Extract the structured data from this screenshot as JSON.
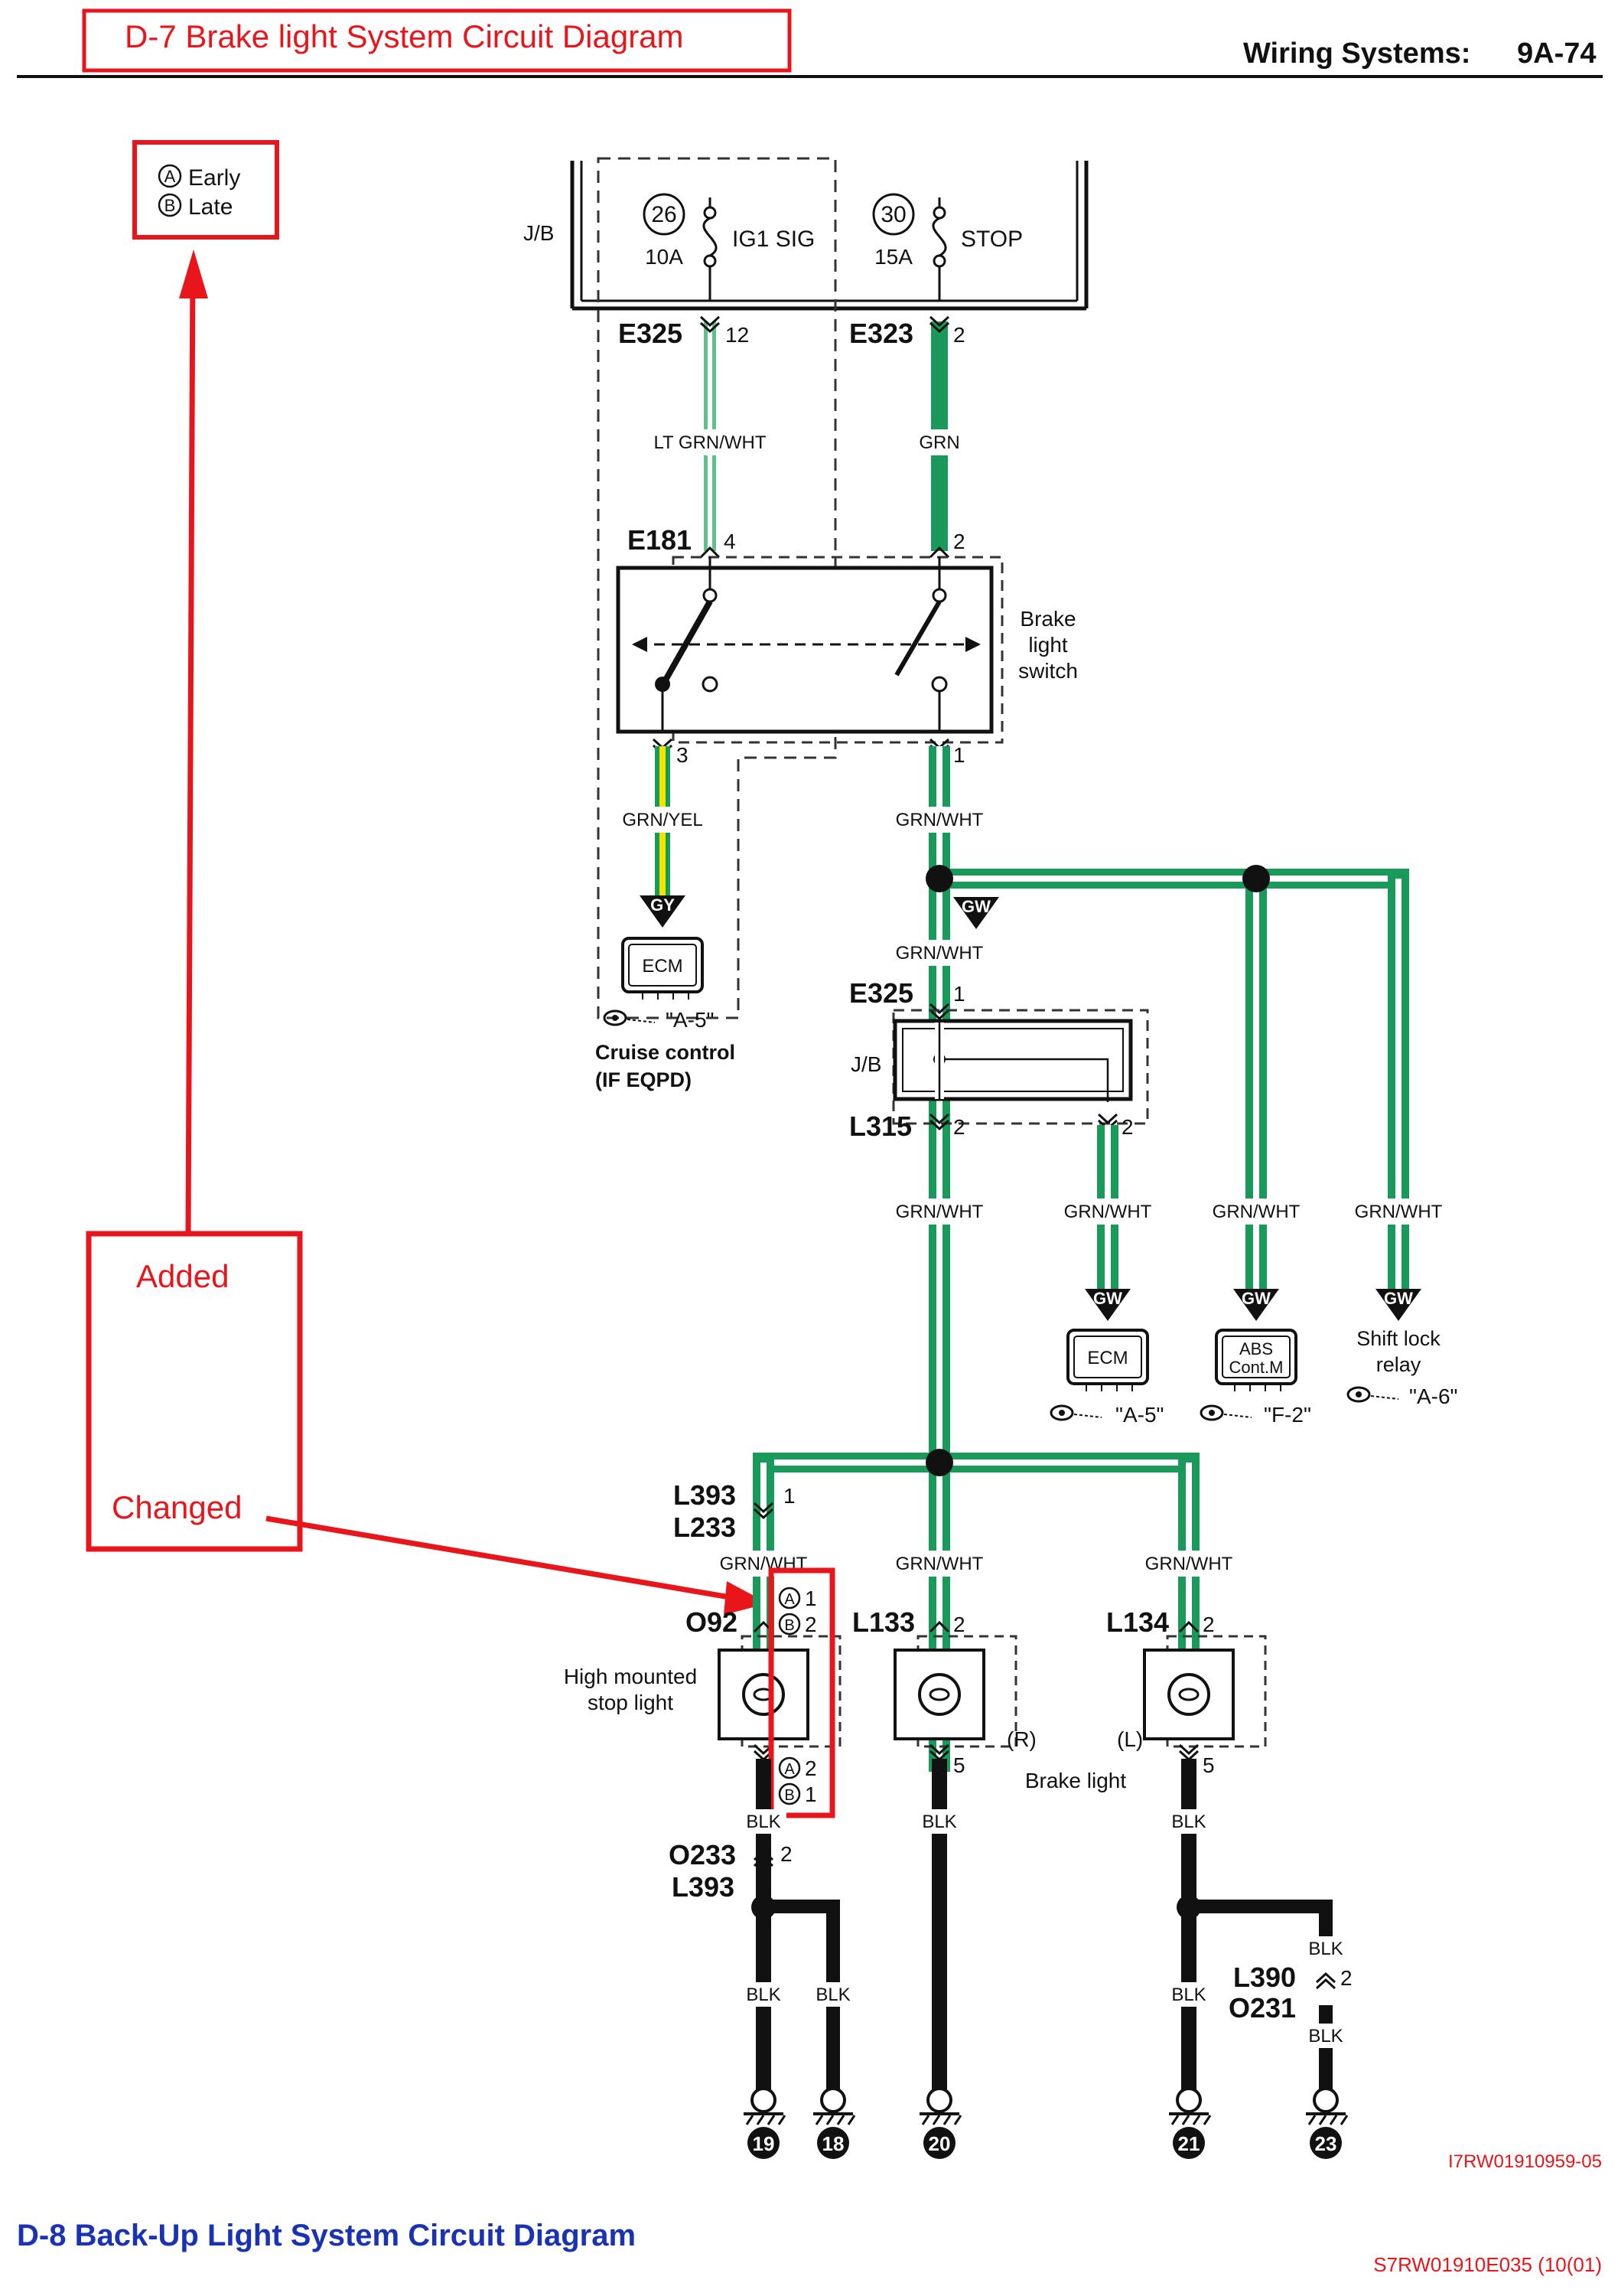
{
  "header": {
    "title": "D-7 Brake light System Circuit Diagram",
    "section_label": "Wiring Systems:",
    "page_number": "9A-74"
  },
  "legend": {
    "early": "Early",
    "late": "Late",
    "early_mark": "A",
    "late_mark": "B"
  },
  "notes": {
    "added": "Added",
    "changed": "Changed"
  },
  "junction_block": {
    "label": "J/B",
    "fuse_ig1": {
      "number": "26",
      "rating": "10A",
      "name": "IG1 SIG"
    },
    "fuse_stop": {
      "number": "30",
      "rating": "15A",
      "name": "STOP"
    }
  },
  "connectors": {
    "e325_top": "E325",
    "e325_top_pin": "12",
    "e323": "E323",
    "e323_pin": "2",
    "e181": "E181",
    "e181_pin4": "4",
    "e181_pin2": "2",
    "e181_pin3": "3",
    "e181_pin1": "1",
    "e325_mid": "E325",
    "e325_mid_pin": "1",
    "l315": "L315",
    "l315_pin": "2",
    "jb_pin2": "2",
    "l393_top": "L393",
    "l233": "L233",
    "l393_l233_pin": "1",
    "o92": "O92",
    "o92_a_top": "1",
    "o92_b_top": "2",
    "o92_a_bottom": "2",
    "o92_b_bottom": "1",
    "l133": "L133",
    "l133_pin_top": "2",
    "l133_pin_bottom": "5",
    "l134": "L134",
    "l134_pin_top": "2",
    "l134_pin_bottom": "5",
    "o233": "O233",
    "l393_bottom": "L393",
    "o233_pin": "2",
    "l390": "L390",
    "o231": "O231",
    "l390_pin": "2"
  },
  "wires": {
    "lt_grn_wht": "LT GRN/WHT",
    "grn": "GRN",
    "grn_yel": "GRN/YEL",
    "grn_wht": "GRN/WHT",
    "blk": "BLK",
    "gy": "GY",
    "gw": "GW"
  },
  "components": {
    "brake_light_switch": [
      "Brake",
      "light",
      "switch"
    ],
    "ecm": "ECM",
    "abs_line1": "ABS",
    "abs_line2": "Cont.M",
    "shift_lock_relay": [
      "Shift lock",
      "relay"
    ],
    "cruise_control": [
      "Cruise control",
      "(IF EQPD)"
    ],
    "high_mounted_stop_light": [
      "High mounted",
      "stop light"
    ],
    "brake_light": "Brake light",
    "brake_right": "(R)",
    "brake_left": "(L)"
  },
  "references": {
    "cruise_ecm": "\"A-5\"",
    "ecm": "\"A-5\"",
    "abs": "\"F-2\"",
    "shift_lock": "\"A-6\""
  },
  "grounds": [
    "19",
    "18",
    "20",
    "21",
    "23"
  ],
  "figure_id": "I7RW01910959-05",
  "footer": {
    "next_section_title": "D-8 Back-Up Light System Circuit Diagram",
    "doc_code": "S7RW01910E035 (10(01)"
  },
  "colors": {
    "green": "#1a9a5a",
    "light_green": "#5ec08a",
    "yellow": "#f2e600",
    "annotation_red": "#e8151b",
    "footer_blue": "#1a33b3",
    "black": "#111111"
  }
}
